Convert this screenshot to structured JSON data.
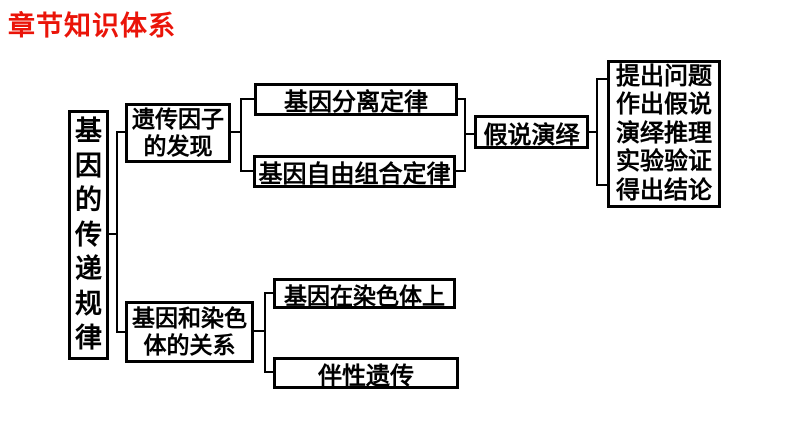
{
  "title": "章节知识体系",
  "colors": {
    "title_red": "#ea1409",
    "line_black": "#000000",
    "box_bg": "#ffffff"
  },
  "diagram": {
    "root_chars": [
      "基",
      "因",
      "的",
      "传",
      "递",
      "规",
      "律"
    ],
    "root_label": "基因的传递规律",
    "discovery_lines": [
      "遗传因子",
      "的发现"
    ],
    "segregation": "基因分离定律",
    "assortment": "基因自由组合定律",
    "hypothesis": "假说演绎",
    "steps": [
      "提出问题",
      "作出假说",
      "演绎推理",
      "实验验证",
      "得出结论"
    ],
    "gene_chromosome_lines": [
      "基因和染色",
      "体的关系"
    ],
    "on_chromosome": "基因在染色体上",
    "sex_linked": "伴性遗传"
  }
}
